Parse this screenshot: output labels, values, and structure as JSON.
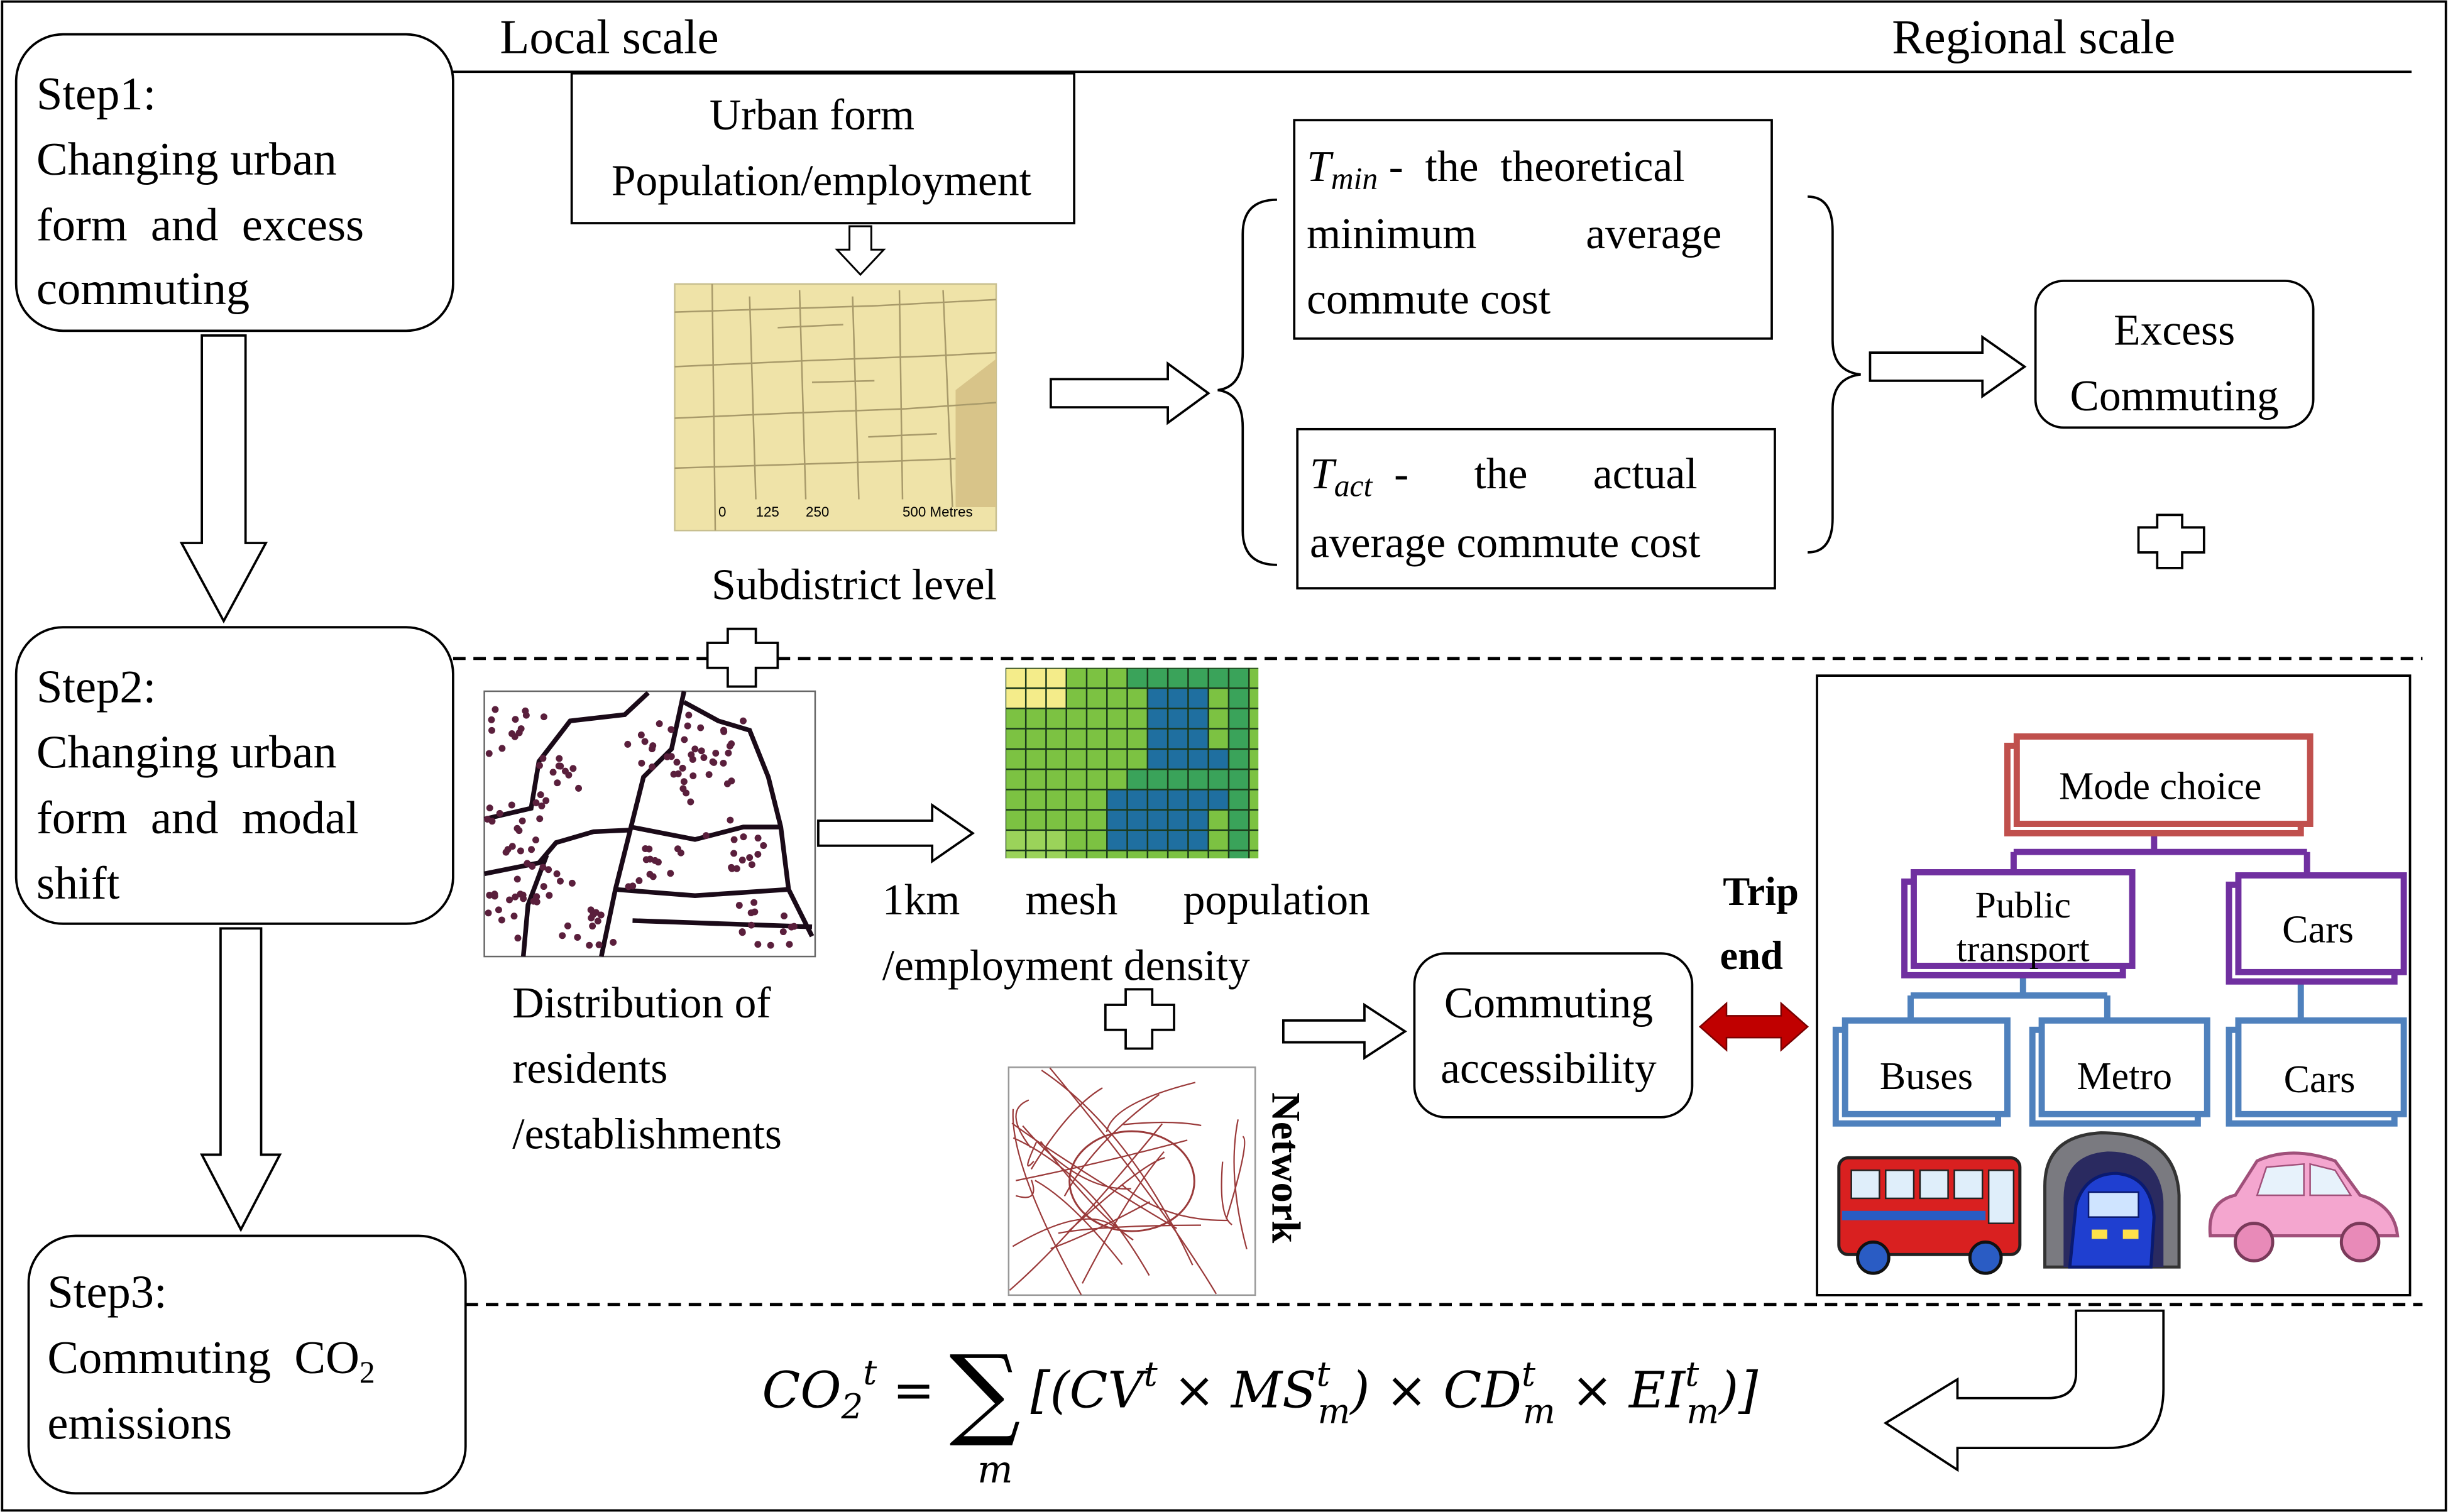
{
  "header": {
    "local_scale": "Local scale",
    "regional_scale": "Regional scale"
  },
  "steps": [
    {
      "label": "Step1:",
      "lines": [
        "Changing urban",
        "form  and  excess",
        "commuting"
      ]
    },
    {
      "label": "Step2:",
      "lines": [
        "Changing urban",
        "form  and  modal",
        "shift"
      ]
    },
    {
      "label": "Step3:",
      "lines": [
        "Commuting  CO",
        "emissions"
      ],
      "subscript": "2"
    }
  ],
  "step1": {
    "urban_form_lines": [
      "Urban form",
      "Population/employment"
    ],
    "map_scale_labels": [
      "0",
      "125",
      "250",
      "500 Metres"
    ],
    "map_caption": "Subdistrict level",
    "tmin": {
      "symbol": "T",
      "sub": "min",
      "lines": [
        " -  the  theoretical",
        "minimum          average",
        "commute cost"
      ]
    },
    "tact": {
      "symbol": "T",
      "sub": "act",
      "lines": [
        "  -      the      actual",
        "average commute cost"
      ]
    },
    "excess_lines": [
      "Excess",
      "Commuting"
    ]
  },
  "step2": {
    "distribution_caption": [
      "Distribution of",
      "residents",
      "/establishments"
    ],
    "mesh_caption": [
      "1km      mesh      population",
      "/employment density"
    ],
    "network_label": "Network",
    "accessibility_lines": [
      "Commuting",
      "accessibility"
    ],
    "trip_end": [
      "Trip",
      "end"
    ],
    "mode_choice": "Mode choice",
    "public_transport": [
      "Public",
      "transport"
    ],
    "cars_top": "Cars",
    "buses": "Buses",
    "metro": "Metro",
    "cars_bottom": "Cars"
  },
  "formula": {
    "lhs": "CO",
    "lhs_sub": "2",
    "lhs_sup": "t",
    "eq": " = ",
    "sum_index": "m",
    "body": "[(CV",
    "t1": "t",
    "times1": " × MS",
    "t2": "t",
    "m2": "m",
    "close1": ") × CD",
    "t3": "t",
    "m3": "m",
    "times3": " × EI",
    "t4": "t",
    "m4": "m",
    "close2": ")]"
  },
  "colors": {
    "mode_choice": "#c0504d",
    "public_transport": "#7030a0",
    "transit_mode": "#4f81bd",
    "trip_arrow": "#c00000",
    "mesh_light": "#7cc242",
    "mesh_dark": "#1f6fa0",
    "mesh_yellow": "#f4ec8a",
    "map_beige": "#efe3a8"
  }
}
